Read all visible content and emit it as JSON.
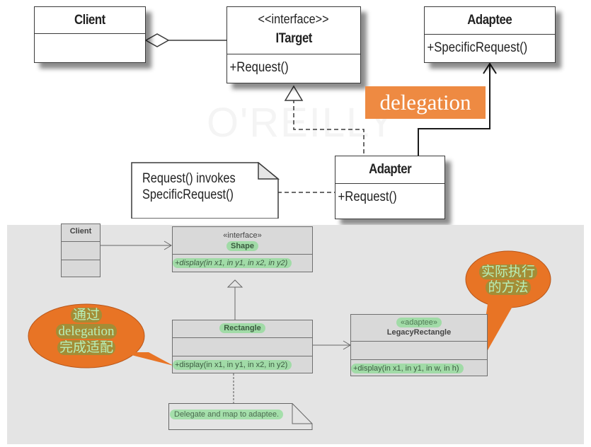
{
  "top_diagram": {
    "watermark": "O'REILLY",
    "client": {
      "name": "Client"
    },
    "itarget": {
      "stereotype": "<<interface>>",
      "name": "ITarget",
      "operation": "+Request()"
    },
    "adaptee": {
      "name": "Adaptee",
      "operation": "+SpecificRequest()"
    },
    "adapter": {
      "name": "Adapter",
      "operation": "+Request()"
    },
    "delegation_label": "delegation",
    "note": {
      "line1": "Request() invokes",
      "line2": "SpecificRequest()"
    },
    "colors": {
      "delegation_tag": "#ee8a42"
    }
  },
  "bottom_diagram": {
    "client": {
      "name": "Client"
    },
    "shape": {
      "stereotype": "«interface»",
      "name": "Shape",
      "operation": "+display(in x1, in y1, in x2, in y2)"
    },
    "rectangle": {
      "name": "Rectangle",
      "operation": "+display(in x1, in y1, in x2, in y2)"
    },
    "legacy": {
      "stereotype": "«adaptee»",
      "name": "LegacyRectangle",
      "operation": "+display(in x1, in y1, in w, in h)"
    },
    "note": "Delegate and map to adaptee.",
    "bubble_left": {
      "line1": "通过",
      "line2": "delegation",
      "line3": "完成适配"
    },
    "bubble_right": {
      "line1": "实际执行",
      "line2": "的方法"
    },
    "colors": {
      "bubble": "#e87425",
      "highlight": "#82dc8c",
      "background": "#e4e4e4"
    }
  }
}
